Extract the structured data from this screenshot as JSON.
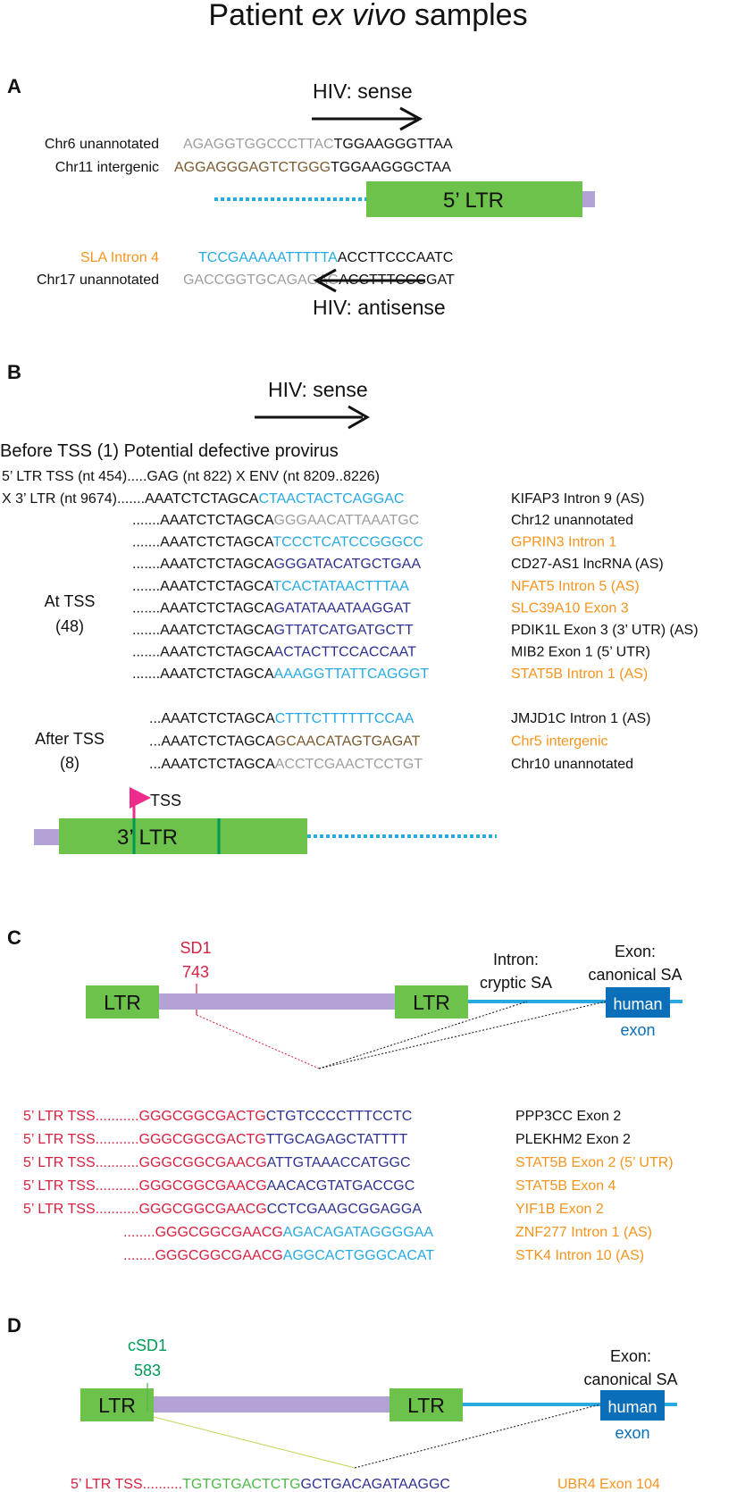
{
  "colors": {
    "black": "#111111",
    "gray": "#9e9e9e",
    "brown": "#7a5a2e",
    "cyan": "#27a9e1",
    "navy": "#2e3192",
    "orange": "#f7941d",
    "red": "#d71f3f",
    "green": "#4db848",
    "ltr_green": "#6cc24a",
    "purple": "#b3a2d6",
    "pink": "#ec2b8c",
    "human_blue": "#0a6eb8",
    "dark_green": "#009a57"
  },
  "title": {
    "pre": "Patient ",
    "italic": "ex vivo",
    "post": " samples"
  },
  "panel_a": {
    "label": "A",
    "sense_label": "HIV: sense",
    "antisense_label": "HIV: antisense",
    "ltr_label": "5’ LTR",
    "rows": [
      {
        "name": "Chr6 unannotated",
        "name_color": "black",
        "host": "AGAGGTGGCCCTTAC",
        "host_color": "gray",
        "hiv": "TGGAAGGGTTAA"
      },
      {
        "name": "Chr11 intergenic",
        "name_color": "black",
        "host": "AGGAGGGAGTCTGGG",
        "host_color": "brown",
        "hiv": "TGGAAGGGCTAA"
      },
      {
        "name": "SLA Intron 4",
        "name_color": "orange",
        "host": "TCCGAAAAATTTTTA",
        "host_color": "cyan",
        "hiv": "ACCTTCCCAATC"
      },
      {
        "name": "Chr17 unannotated",
        "name_color": "black",
        "host": "GACCGGTGCAGAGAG",
        "host_color": "gray",
        "hiv": "ACCTTTCCCGAT"
      }
    ]
  },
  "panel_b": {
    "label": "B",
    "sense_label": "HIV: sense",
    "heading": "Before TSS (1) Potential defective provirus",
    "line1": "5’ LTR TSS (nt 454).....GAG (nt 822) X ENV (nt 8209..8226)",
    "line2": "X 3’ LTR (nt 9674).......AAATCTCTAGCA",
    "line2_host": "CTAACTACTCAGGAC",
    "line2_host_color": "cyan",
    "line2_name": "KIFAP3 Intron 9 (AS)",
    "line2_name_color": "black",
    "at_tss_label": "At TSS",
    "at_tss_count": "(48)",
    "after_tss_label": "After TSS",
    "after_tss_count": "(8)",
    "tss_label": "TSS",
    "ltr_label": "3’ LTR",
    "at_rows": [
      {
        "prefix": ".......AAATCTCTAGCA",
        "host": "GGGAACATTAAATGC",
        "host_color": "gray",
        "name": "Chr12 unannotated",
        "name_color": "black"
      },
      {
        "prefix": ".......AAATCTCTAGCA",
        "host": "TCCCTCATCCGGGCC",
        "host_color": "cyan",
        "name": "GPRIN3 Intron 1",
        "name_color": "orange"
      },
      {
        "prefix": ".......AAATCTCTAGCA",
        "host": "GGGATACATGCTGAA",
        "host_color": "navy",
        "name": "CD27-AS1 lncRNA (AS)",
        "name_color": "black"
      },
      {
        "prefix": ".......AAATCTCTAGCA",
        "host": "TCACTATAACTTTAA",
        "host_color": "cyan",
        "name": "NFAT5 Intron 5 (AS)",
        "name_color": "orange"
      },
      {
        "prefix": ".......AAATCTCTAGCA",
        "host": "GATATAAATAAGGAT",
        "host_color": "navy",
        "name": "SLC39A10 Exon 3",
        "name_color": "orange"
      },
      {
        "prefix": ".......AAATCTCTAGCA",
        "host": "GTTATCATGATGCTT",
        "host_color": "navy",
        "name": "PDIK1L Exon 3 (3’ UTR) (AS)",
        "name_color": "black"
      },
      {
        "prefix": ".......AAATCTCTAGCA",
        "host": "ACTACTTCCACCAAT",
        "host_color": "navy",
        "name": "MIB2 Exon 1 (5’ UTR)",
        "name_color": "black"
      },
      {
        "prefix": ".......AAATCTCTAGCA",
        "host": "AAAGGTTATTCAGGGT",
        "host_color": "cyan",
        "name": "STAT5B Intron 1 (AS)",
        "name_color": "orange"
      }
    ],
    "after_rows": [
      {
        "prefix": "...AAATCTCTAGCA",
        "host": "CTTTCTTTTTTCCAA",
        "host_color": "cyan",
        "name": "JMJD1C Intron 1 (AS)",
        "name_color": "black"
      },
      {
        "prefix": "...AAATCTCTAGCA",
        "host": "GCAACATAGTGAGAT",
        "host_color": "brown",
        "name": "Chr5 intergenic",
        "name_color": "orange"
      },
      {
        "prefix": "...AAATCTCTAGCA",
        "host": "ACCTCGAACTCCTGT",
        "host_color": "gray",
        "name": "Chr10 unannotated",
        "name_color": "black"
      }
    ]
  },
  "panel_c": {
    "label": "C",
    "sd_label": "SD1",
    "sd_pos": "743",
    "ltr_left": "LTR",
    "ltr_right": "LTR",
    "intron_label_1": "Intron:",
    "intron_label_2": "cryptic SA",
    "exon_label_1": "Exon:",
    "exon_label_2": "canonical SA",
    "human_label": "human",
    "exon_label": "exon",
    "rows": [
      {
        "prefix": "5’ LTR TSS...........",
        "hiv": "GGGCGGCGACTG",
        "host": "CTGTCCCCTTTCCTC",
        "host_color": "navy",
        "name": "PPP3CC Exon 2",
        "name_color": "black"
      },
      {
        "prefix": "5’ LTR TSS...........",
        "hiv": "GGGCGGCGACTG",
        "host": "TTGCAGAGCTATTTT",
        "host_color": "navy",
        "name": "PLEKHM2 Exon 2",
        "name_color": "black"
      },
      {
        "prefix": "5’ LTR TSS...........",
        "hiv": "GGGCGGCGAACG",
        "host": "ATTGTAAACCATGGC",
        "host_color": "navy",
        "name": "STAT5B Exon 2 (5’ UTR)",
        "name_color": "orange"
      },
      {
        "prefix": "5’ LTR TSS...........",
        "hiv": "GGGCGGCGAACG",
        "host": "AACACGTATGACCGC",
        "host_color": "navy",
        "name": "STAT5B Exon 4",
        "name_color": "orange"
      },
      {
        "prefix": "5’ LTR TSS...........",
        "hiv": "GGGCGGCGAACG",
        "host": "CCTCGAAGCGGAGGA",
        "host_color": "navy",
        "name": "YIF1B Exon 2",
        "name_color": "orange"
      },
      {
        "prefix": "........",
        "hiv": "GGGCGGCGAACG",
        "host": "AGACAGATAGGGGAA",
        "host_color": "cyan",
        "name": "ZNF277 Intron 1 (AS)",
        "name_color": "orange"
      },
      {
        "prefix": "........",
        "hiv": "GGGCGGCGAACG",
        "host": "AGGCACTGGGCACAT",
        "host_color": "cyan",
        "name": "STK4 Intron 10 (AS)",
        "name_color": "orange"
      }
    ]
  },
  "panel_d": {
    "label": "D",
    "csd_label": "cSD1",
    "csd_pos": "583",
    "ltr_left": "LTR",
    "ltr_right": "LTR",
    "exon_label_1": "Exon:",
    "exon_label_2": "canonical SA",
    "human_label": "human",
    "exon_label": "exon",
    "row": {
      "prefix": "5’ LTR TSS..........",
      "hiv": "TGTGTGACTCTG",
      "host": "GCTGACAGATAAGGC",
      "host_color": "navy",
      "name": "UBR4 Exon 104",
      "name_color": "orange"
    }
  }
}
